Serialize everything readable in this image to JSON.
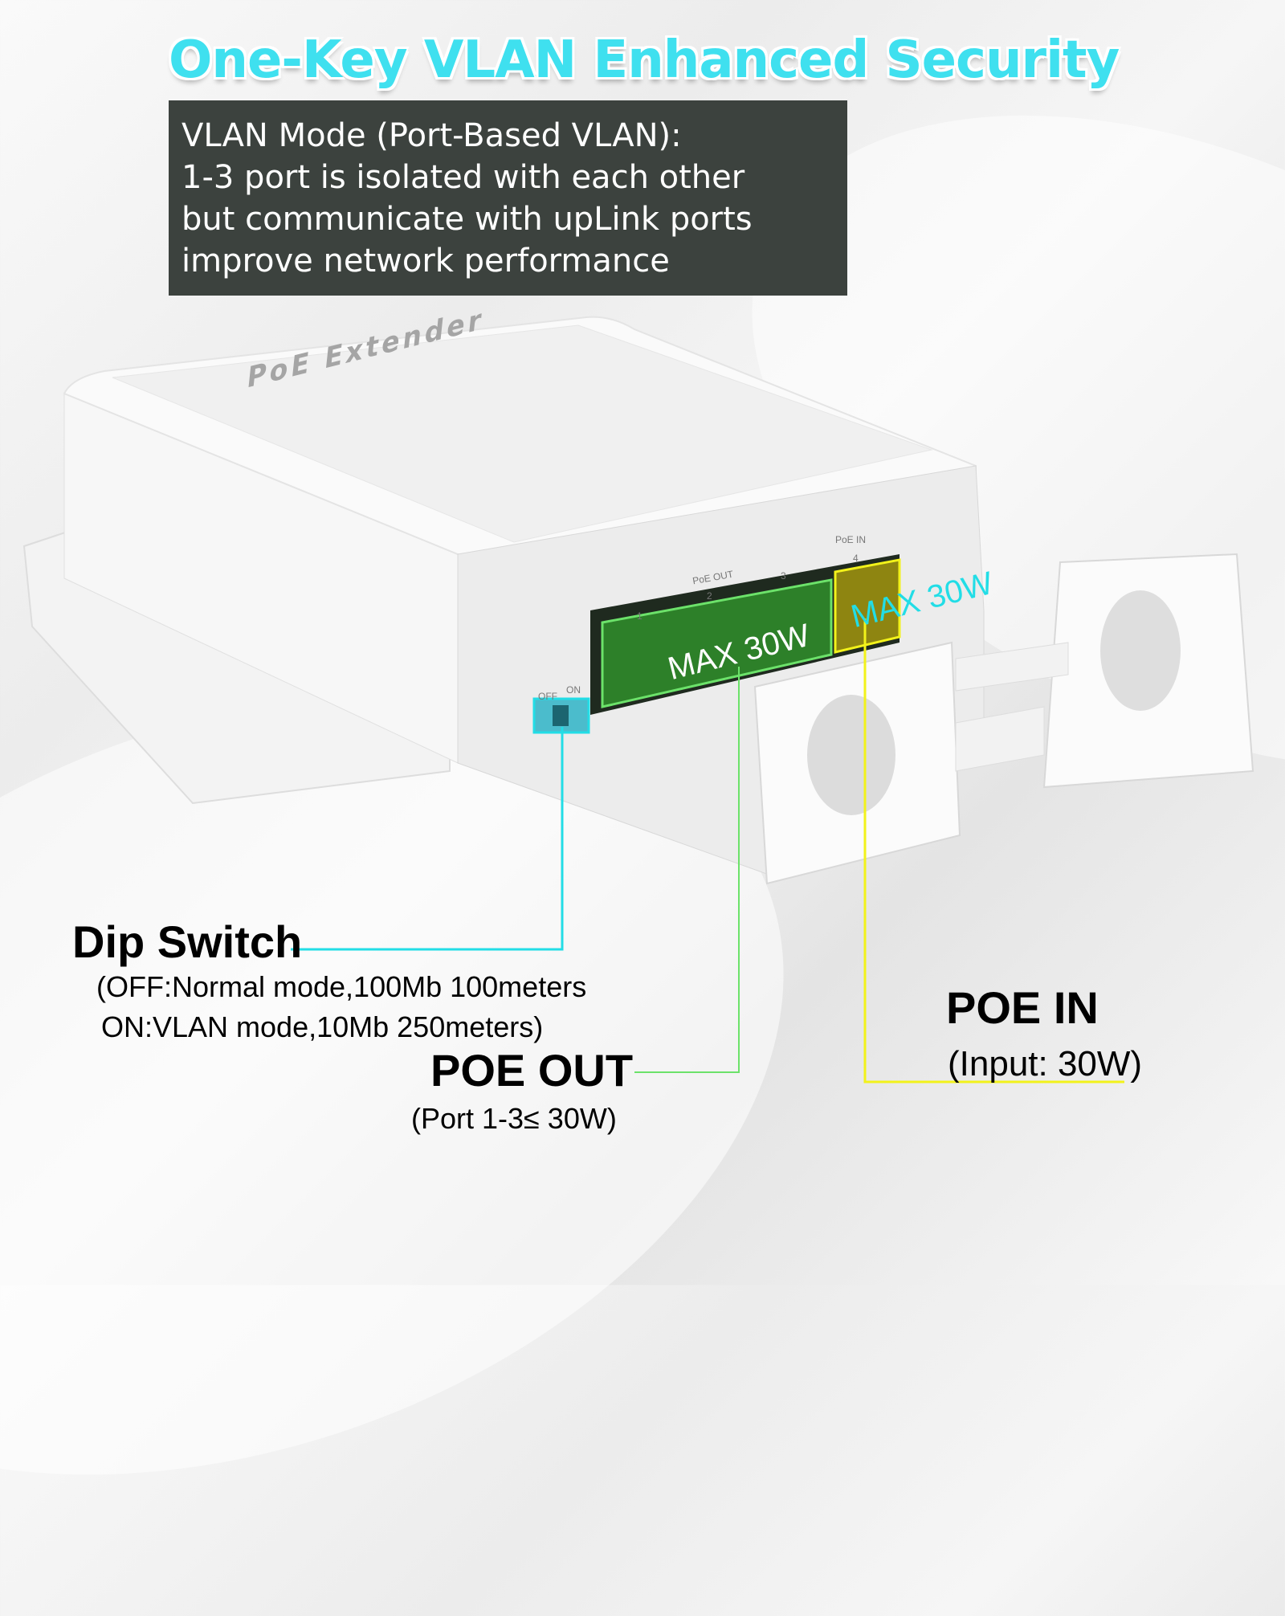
{
  "headline": "One-Key VLAN Enhanced Security",
  "info_box": {
    "lines": [
      "VLAN Mode (Port-Based VLAN):",
      "1-3 port is isolated with each other",
      "but communicate with upLink ports",
      "improve network performance"
    ]
  },
  "device": {
    "brand_text": "PoE Extender",
    "poe_out_label": "PoE OUT",
    "poe_in_label": "PoE IN",
    "port_numbers": [
      "1",
      "2",
      "3",
      "4"
    ],
    "switch_off": "OFF",
    "switch_on": "ON",
    "poe_out_overlay": "MAX 30W",
    "poe_in_overlay": "MAX 30W"
  },
  "callouts": {
    "dip_switch": {
      "title": "Dip Switch",
      "line1": "(OFF:Normal mode,100Mb 100meters",
      "line2": "ON:VLAN mode,10Mb 250meters)"
    },
    "poe_out": {
      "title": "POE OUT",
      "detail": "(Port 1-3≤ 30W)"
    },
    "poe_in": {
      "title": "POE IN",
      "detail": "(Input: 30W)"
    }
  },
  "colors": {
    "headline": "#3fe0ef",
    "info_bg": "#3c423e",
    "dip_line": "#22dde6",
    "poe_out_line": "#6ce26a",
    "poe_in_line": "#f2f21a",
    "poe_out_fill": "#2f8a2a",
    "poe_in_fill": "#9a8f10"
  }
}
